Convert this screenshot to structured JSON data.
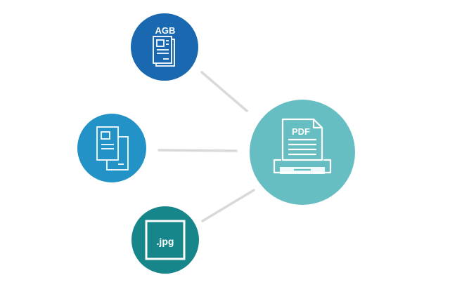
{
  "diagram": {
    "nodes": {
      "agb": {
        "label": "AGB",
        "icon": "document-stack-icon",
        "color": "#1a69b0"
      },
      "docs": {
        "label": "",
        "icon": "documents-icon",
        "color": "#2292c7"
      },
      "jpg": {
        "label": ".jpg",
        "icon": "image-file-icon",
        "color": "#16868a"
      },
      "printer": {
        "label": "PDF",
        "icon": "printer-icon",
        "color": "#66bdc2"
      }
    },
    "connector_color": "#d9d9d9",
    "edges": [
      {
        "from": "agb",
        "to": "printer"
      },
      {
        "from": "docs",
        "to": "printer"
      },
      {
        "from": "jpg",
        "to": "printer"
      }
    ]
  }
}
